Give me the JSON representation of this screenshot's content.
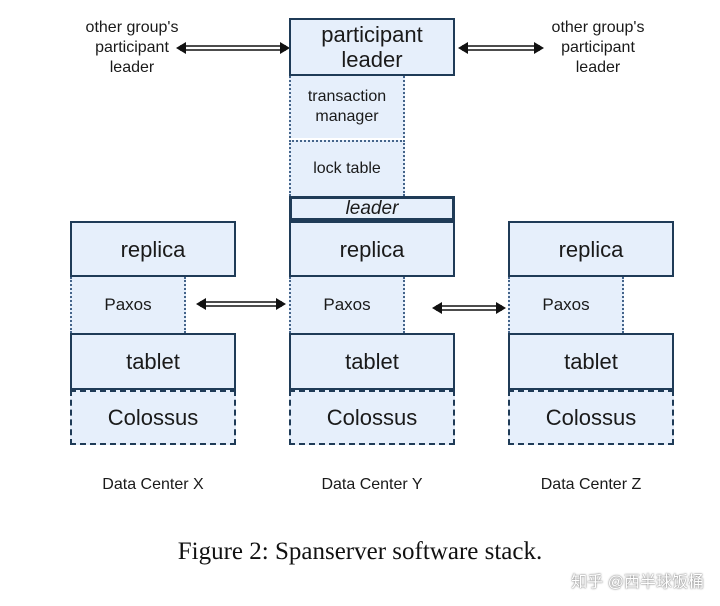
{
  "top": {
    "participant_leader": "participant\nleader",
    "transaction_manager": "transaction\nmanager",
    "lock_table": "lock table",
    "leader_tag": "leader",
    "left_group_label": "other group's\nparticipant\nleader",
    "right_group_label": "other group's\nparticipant\nleader"
  },
  "stack": {
    "replica": "replica",
    "paxos": "Paxos",
    "tablet": "tablet",
    "colossus": "Colossus"
  },
  "data_centers": [
    "Data Center X",
    "Data Center Y",
    "Data Center Z"
  ],
  "caption": {
    "figure": "Figure 2:",
    "text": "Spanserver software stack."
  },
  "watermark": "知乎 @西半球饭桶",
  "colors": {
    "box_fill": "#e6effb",
    "box_border": "#1f3b57"
  }
}
